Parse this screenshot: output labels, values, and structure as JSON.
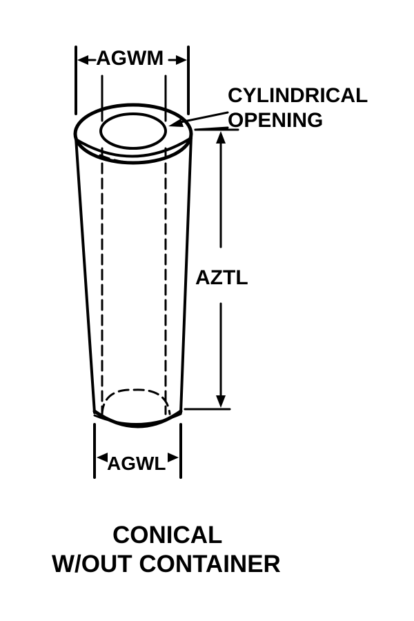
{
  "labels": {
    "top_width": "AGWM",
    "opening_line1": "CYLINDRICAL",
    "opening_line2": "OPENING",
    "length": "AZTL",
    "bottom_width": "AGWL"
  },
  "caption": {
    "line1": "CONICAL",
    "line2": "W/OUT CONTAINER"
  }
}
